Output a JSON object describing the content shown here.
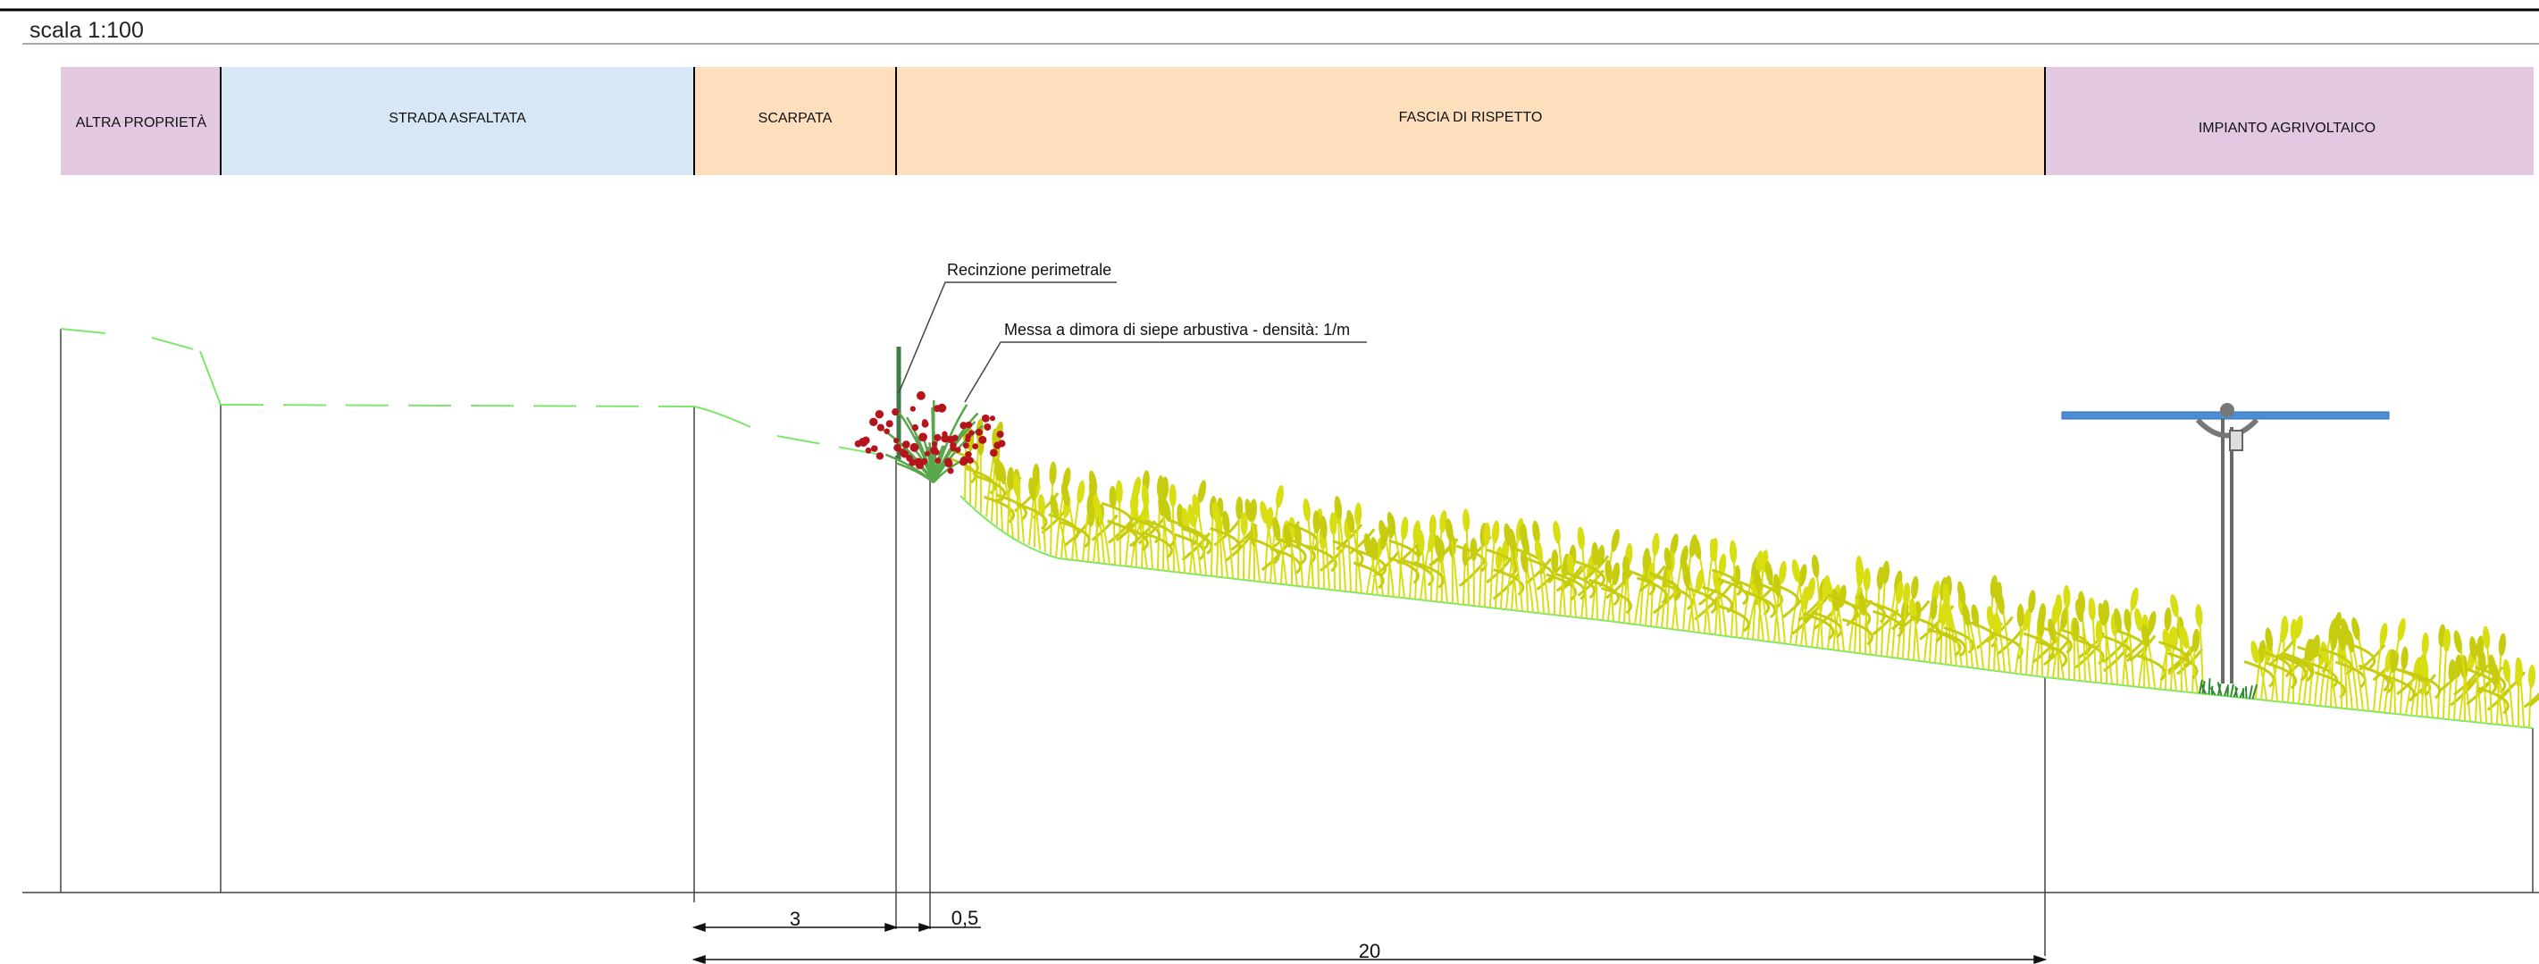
{
  "scale": "scala 1:100",
  "bands": [
    {
      "label": "ALTRA PROPRIETÀ",
      "color": "#e3c8e1"
    },
    {
      "label": "STRADA ASFALTATA",
      "color": "#d8e7f5"
    },
    {
      "label": "SCARPATA",
      "color": "#fddfbd"
    },
    {
      "label": "FASCIA DI RISPETTO",
      "color": "#fddfbd"
    },
    {
      "label": "IMPIANTO AGRIVOLTAICO",
      "color": "#e3c8e1"
    }
  ],
  "callouts": {
    "fence": "Recinzione perimetrale",
    "hedge": "Messa a dimora di siepe arbustiva - densità: 1/m"
  },
  "dimensions": {
    "slope": "3",
    "hedge_strip": "0,5",
    "buffer": "20"
  },
  "colors": {
    "ground": "#7ce86a",
    "crop": "#d9de12",
    "crop_dark": "#c7cc0e",
    "panel": "#4a8fd6",
    "berries": "#b5141d",
    "fence": "#3e7d4a"
  },
  "icons": [
    "fence-post",
    "hedge-shrub",
    "crop-field",
    "tracker-panel"
  ]
}
